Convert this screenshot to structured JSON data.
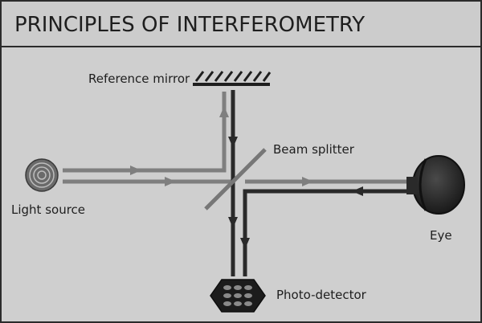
{
  "title": "PRINCIPLES OF INTERFEROMETRY",
  "labels": {
    "reference_mirror": "Reference mirror",
    "beam_splitter": "Beam splitter",
    "light_source": "Light source",
    "eye": "Eye",
    "photo_detector": "Photo-detector"
  },
  "colors": {
    "background": "#cfcfcf",
    "frame": "#2b2b2b",
    "light_beam": "#7f7f7f",
    "return_beam": "#2a2a2a",
    "text": "#1e1e1e"
  }
}
